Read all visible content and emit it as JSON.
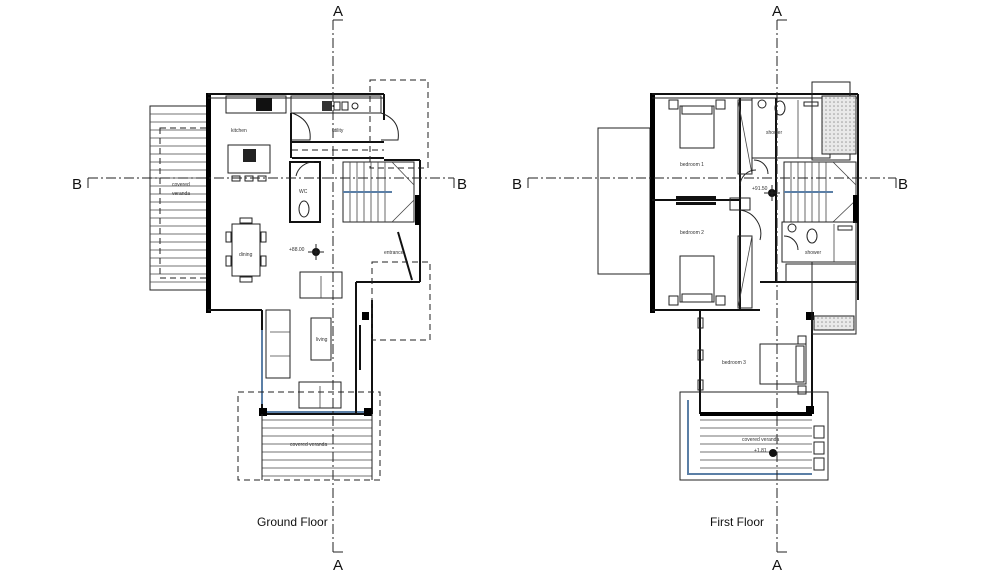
{
  "drawing": {
    "type": "architectural floor plans",
    "section_markers": {
      "vertical": "A",
      "horizontal": "B"
    },
    "plans": [
      {
        "title": "Ground Floor",
        "level": "+88.00",
        "rooms": [
          "kitchen",
          "utility",
          "WC",
          "dining",
          "living",
          "entrance",
          "covered veranda",
          "covered veranda"
        ]
      },
      {
        "title": "First Floor",
        "level": "+91.50",
        "balcony_level": "+1.81",
        "rooms": [
          "bedroom 1",
          "shower",
          "bedroom 2",
          "shower",
          "bedroom 3",
          "covered veranda"
        ]
      }
    ]
  },
  "colors": {
    "line": "#111111",
    "glazing": "#5b7fa6",
    "background": "#ffffff",
    "hatch": "#d8d8d8"
  }
}
